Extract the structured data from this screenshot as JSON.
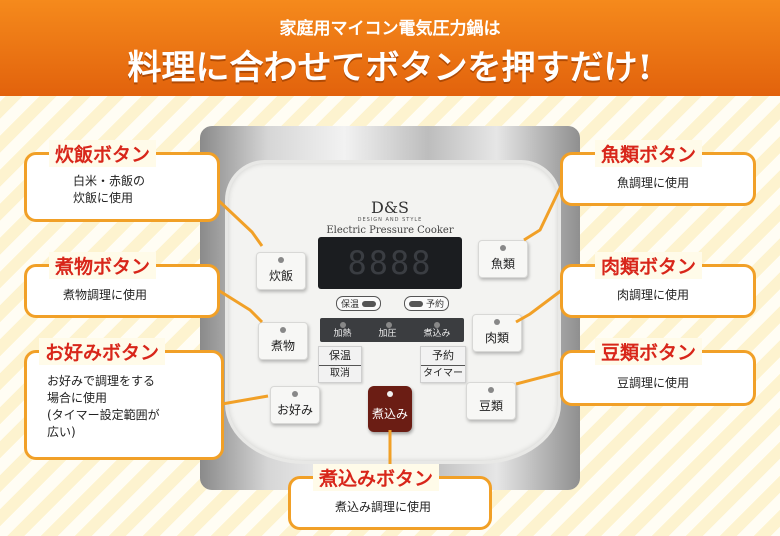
{
  "banner": {
    "subtitle": "家庭用マイコン電気圧力鍋は",
    "title": "料理に合わせてボタンを押すだけ!"
  },
  "panel": {
    "brand": "D&S",
    "brand_sub": "DESIGN AND STYLE",
    "model": "Electric Pressure Cooker",
    "display": "8888",
    "indicators": {
      "keep_warm": "保温",
      "reserve": "予約"
    },
    "status": [
      "加熱",
      "加圧",
      "煮込み"
    ],
    "mid_buttons": [
      {
        "top": "保温",
        "bottom": "取消"
      },
      {
        "top": "予約",
        "bottom": "タイマー"
      }
    ],
    "keys": {
      "rice": "炊飯",
      "simmer": "煮物",
      "custom": "お好み",
      "fish": "魚類",
      "meat": "肉類",
      "beans": "豆類",
      "stew": "煮込み"
    }
  },
  "callouts": {
    "rice": {
      "title": "炊飯ボタン",
      "desc": [
        "白米・赤飯の",
        "炊飯に使用"
      ]
    },
    "simmer": {
      "title": "煮物ボタン",
      "desc": [
        "煮物調理に使用"
      ]
    },
    "custom": {
      "title": "お好みボタン",
      "desc": [
        "お好みで調理をする",
        "場合に使用",
        "(タイマー設定範囲が",
        "広い)"
      ]
    },
    "fish": {
      "title": "魚類ボタン",
      "desc": [
        "魚調理に使用"
      ]
    },
    "meat": {
      "title": "肉類ボタン",
      "desc": [
        "肉調理に使用"
      ]
    },
    "beans": {
      "title": "豆類ボタン",
      "desc": [
        "豆調理に使用"
      ]
    },
    "stew": {
      "title": "煮込みボタン",
      "desc": [
        "煮込み調理に使用"
      ]
    }
  },
  "colors": {
    "accent": "#f1a027",
    "title_red": "#d8261a",
    "banner": "#e8700f",
    "stew_button": "#6b1d14"
  }
}
